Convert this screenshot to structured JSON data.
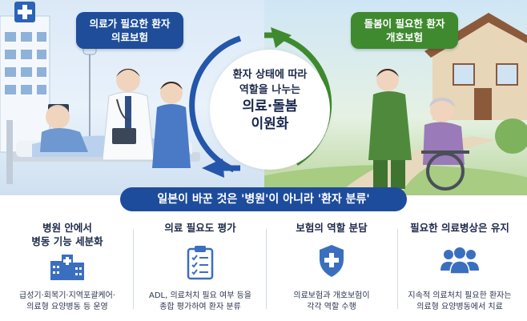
{
  "scene_left": {
    "bubble_lines": [
      "의료가 필요한 환자",
      "의료보험"
    ]
  },
  "scene_right": {
    "bubble_lines": [
      "돌봄이 필요한 환자",
      "개호보험"
    ]
  },
  "center": {
    "line1": "환자 상태에 따라",
    "line2": "역할을 나누는",
    "line3": "의료·돌봄",
    "line4": "이원화"
  },
  "banner": "일본이 바꾼 것은 '병원'이 아니라 '환자 분류'",
  "columns": [
    {
      "title_lines": [
        "병원 안에서",
        "병동 기능 세분화"
      ],
      "icon": "hospital-building-icon",
      "desc_lines": [
        "급성기·회복기·지역포괄케어·",
        "의료형 요양병동 등 운영"
      ]
    },
    {
      "title_lines": [
        "의료 필요도 평가"
      ],
      "icon": "clipboard-checklist-icon",
      "desc_lines": [
        "ADL, 의료처치 필요 여부 등을",
        "종합 평가하여 환자 분류"
      ]
    },
    {
      "title_lines": [
        "보험의 역할 분담"
      ],
      "icon": "shield-cross-icon",
      "desc_lines": [
        "의료보험과 개호보험이",
        "각각 역할 수행"
      ]
    },
    {
      "title_lines": [
        "필요한 의료병상은 유지"
      ],
      "icon": "people-group-icon",
      "desc_lines": [
        "지속적 의료처치 필요한 환자는",
        "의료형 요양병동에서 치료"
      ]
    }
  ],
  "colors": {
    "medical_blue": "#1f4d9a",
    "care_green": "#3f8a2f",
    "banner_blue": "#1e4c9c",
    "icon_blue": "#3a6fc0"
  }
}
